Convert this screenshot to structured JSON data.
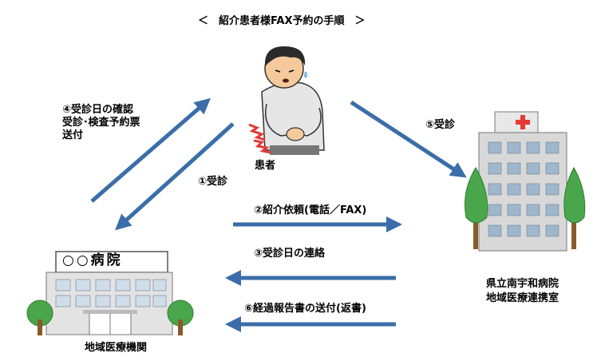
{
  "title": "＜　紹介患者様FAX予約の手順　＞",
  "patient": {
    "label": "患者"
  },
  "steps": {
    "step1": "①受診",
    "step2": "②紹介依頼(電話／FAX)",
    "step3": "③受診日の連絡",
    "step4": "④受診日の確認\n受診･検査予約票\n送付",
    "step5": "⑤受診",
    "step6": "⑥経過報告書の送付(返書)"
  },
  "prefectural_hospital": {
    "label": "県立南宇和病院\n地域医療連携室"
  },
  "local_institution": {
    "sign": "○○病院",
    "label": "地域医療機関"
  },
  "colors": {
    "arrow": "#3b6ea8",
    "tree_green": "#4aa64a",
    "trunk": "#8a5a2b",
    "building_gray": "#d8d8d8",
    "red_cross": "#e53935"
  }
}
